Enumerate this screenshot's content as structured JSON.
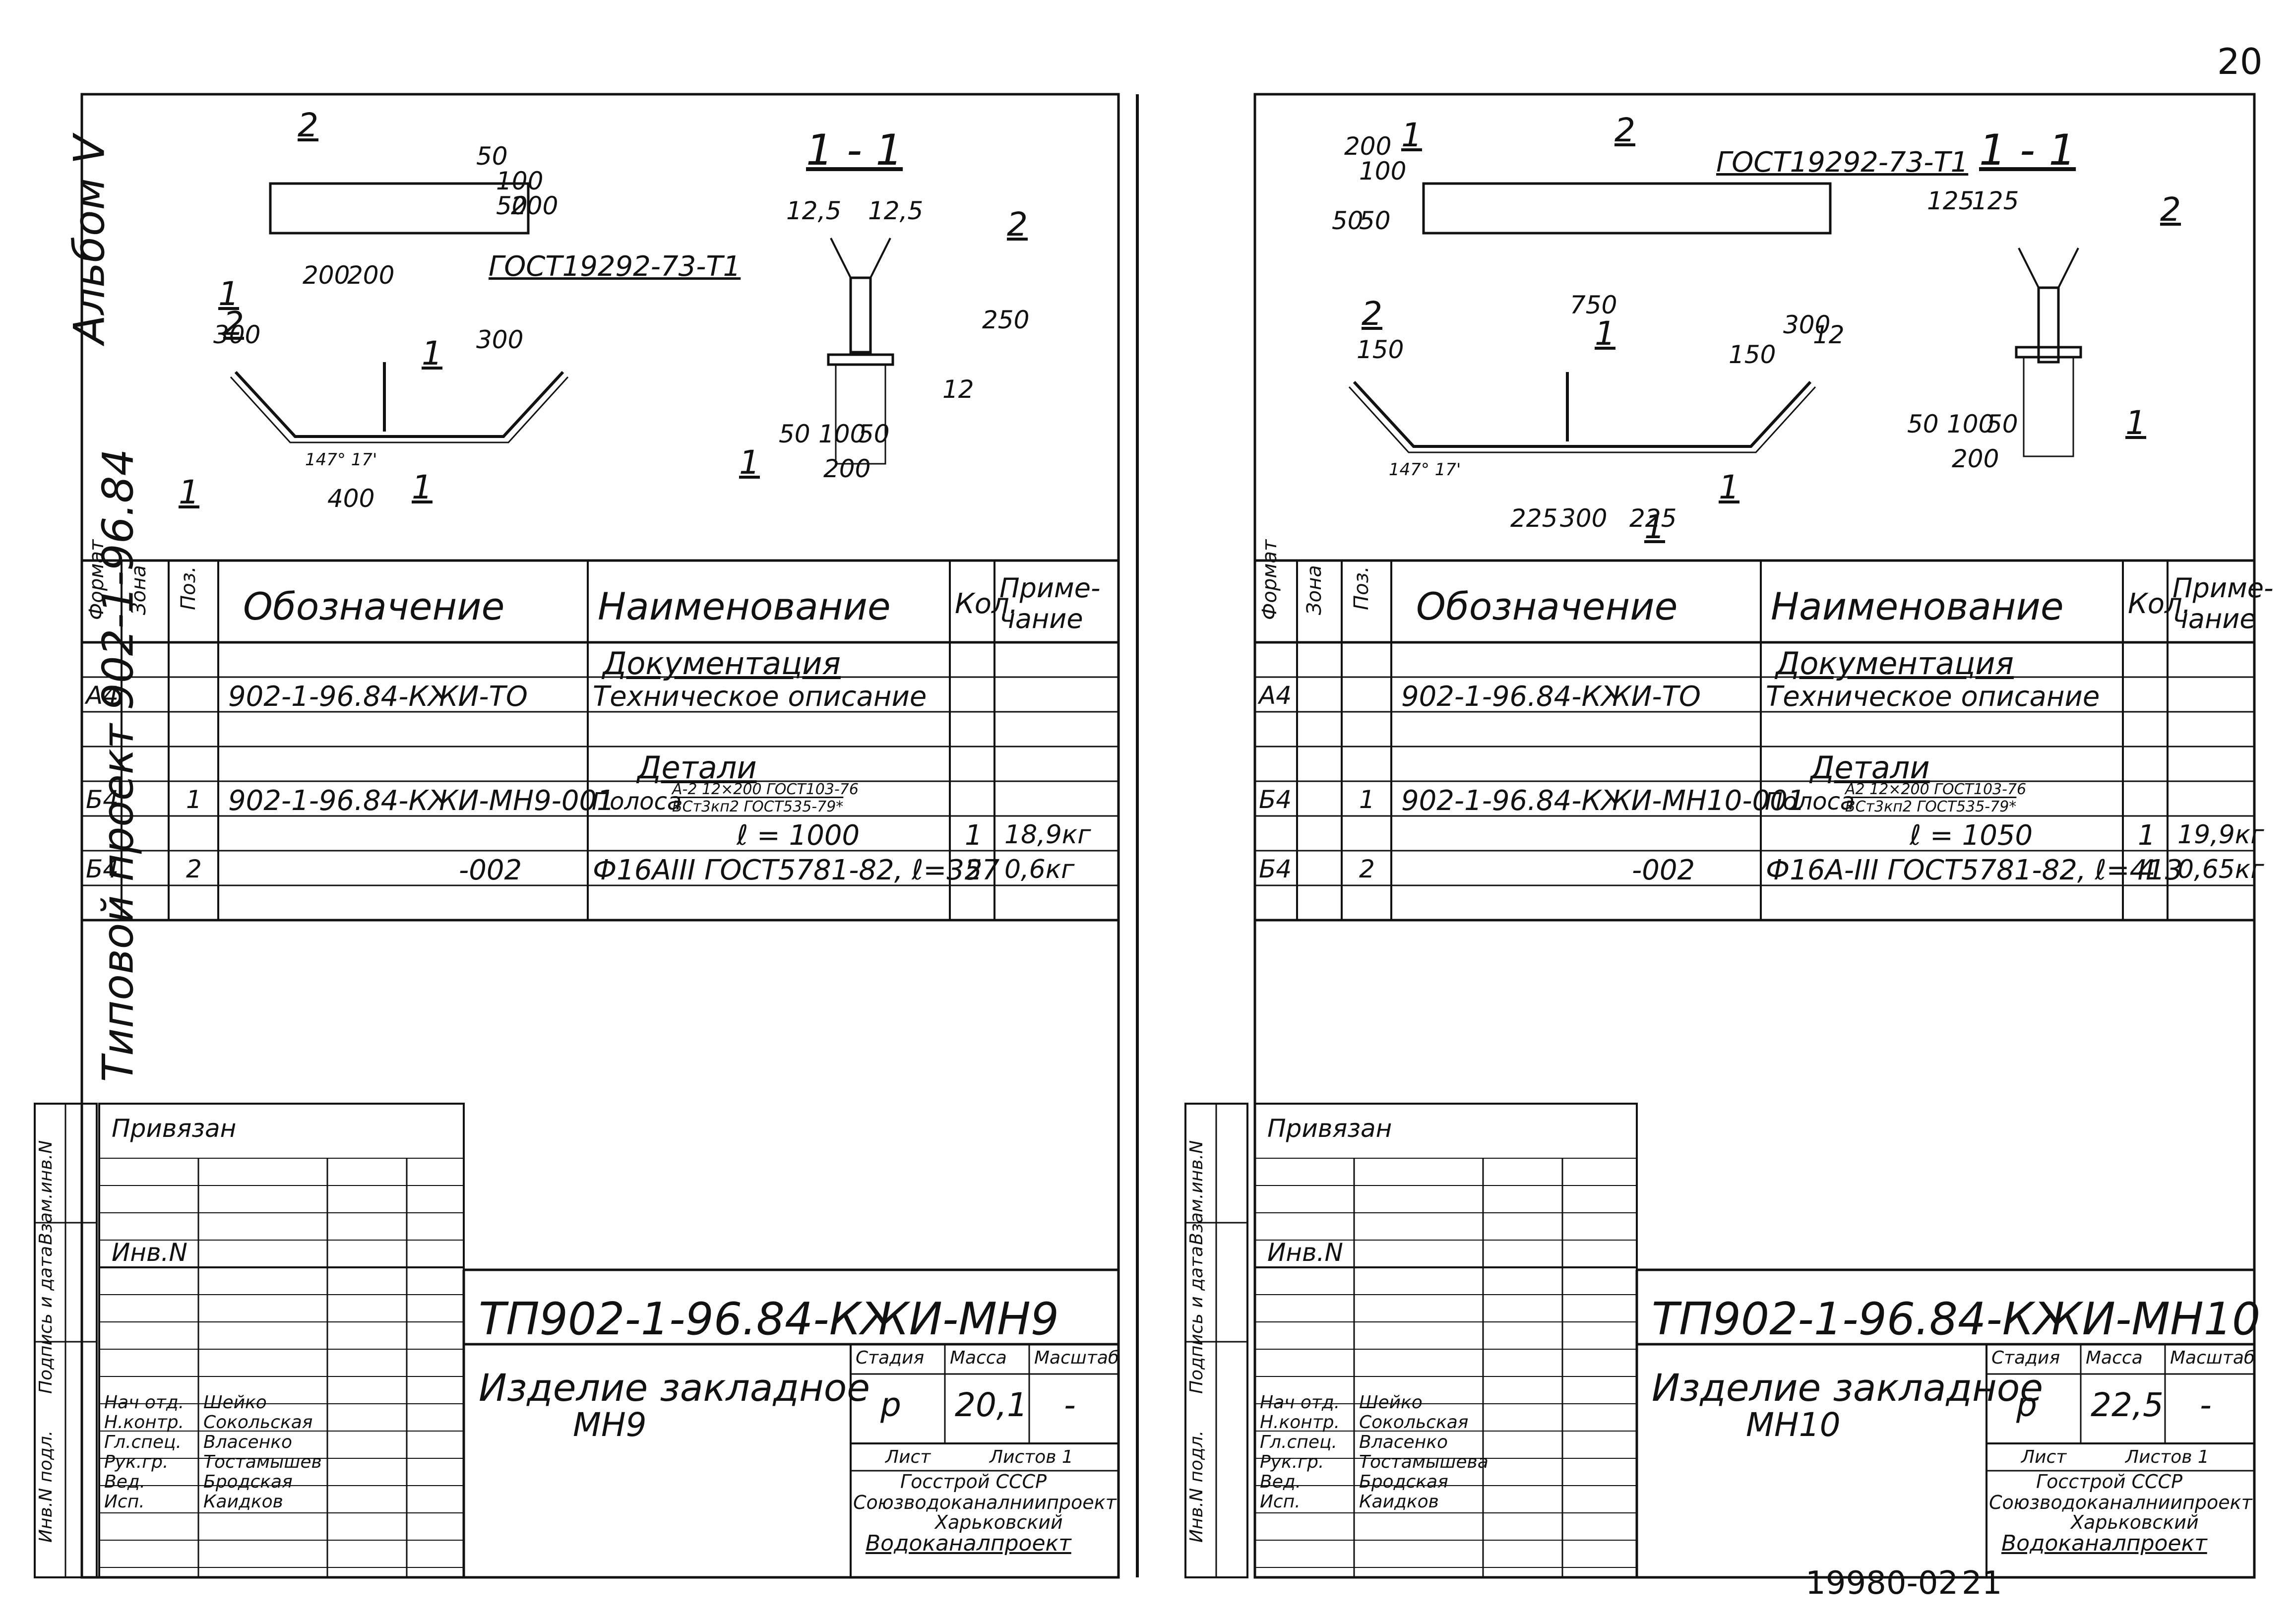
{
  "page_number": "20",
  "footer": {
    "code": "19980-02",
    "page": "21"
  },
  "side": {
    "album": "Альбом V",
    "project": "Типовой проект  902-1-96.84"
  },
  "col_headers": {
    "format": "Формат",
    "zone": "Зона",
    "pos": "Поз.",
    "designation": "Обозначение",
    "name": "Наименование",
    "qty": "Кол.",
    "note": "Приме-чание"
  },
  "stamp_side": [
    "Инв.N подл.",
    "Подпись и дата",
    "Взам.инв.N"
  ],
  "sheets": [
    {
      "code": "ТП902-1-96.84-КЖИ-МН9",
      "title": "Изделие закладное",
      "subtitle": "МН9",
      "stage": "р",
      "mass": "20,1",
      "scale": "-",
      "stage_label": "Стадия",
      "mass_label": "Масса",
      "scale_label": "Масштаб",
      "sheet_label": "Лист",
      "sheets_label": "Листов 1",
      "org1": "Госстрой СССР",
      "org2": "Союзводоканалниипроект",
      "org3": "Харьковский",
      "org4": "Водоканалпроект",
      "bound": "Привязан",
      "inv": "Инв.N",
      "people": [
        {
          "role": "Нач отд.",
          "name": "Шейко"
        },
        {
          "role": "Н.контр.",
          "name": "Сокольская"
        },
        {
          "role": "Гл.спец.",
          "name": "Власенко"
        },
        {
          "role": "Рук.гр.",
          "name": "Тостамышев"
        },
        {
          "role": "Вед.",
          "name": "Бродская"
        },
        {
          "role": "Исп.",
          "name": "Каидков"
        }
      ],
      "drawing": {
        "section": "1 - 1",
        "gost": "ГОСТ19292-73-Т1",
        "dims": [
          "200",
          "200",
          "50",
          "100",
          "50",
          "200",
          "300",
          "300",
          "400",
          "12,5",
          "12,5",
          "250",
          "12",
          "50",
          "100",
          "50",
          "200"
        ],
        "labels": [
          "1",
          "2",
          "2",
          "1",
          "1",
          "1",
          "2",
          "1"
        ],
        "angle": "147° 17'"
      },
      "rows": [
        {
          "format": "",
          "zone": "",
          "pos": "",
          "designation": "",
          "name": "Документация",
          "qty": "",
          "note": "",
          "section": true
        },
        {
          "format": "А4",
          "zone": "",
          "pos": "",
          "designation": "902-1-96.84-КЖИ-ТО",
          "name": "Техническое описание",
          "qty": "",
          "note": ""
        },
        {
          "format": "",
          "zone": "",
          "pos": "",
          "designation": "",
          "name": "",
          "qty": "",
          "note": ""
        },
        {
          "format": "",
          "zone": "",
          "pos": "",
          "designation": "",
          "name": "Детали",
          "qty": "",
          "note": "",
          "section": true
        },
        {
          "format": "Б4",
          "zone": "",
          "pos": "1",
          "designation": "902-1-96.84-КЖИ-МН9-001",
          "name": "Полоса",
          "name_sup": "А-2 12×200 ГОСТ103-76",
          "name_sub": "ВСт3кп2 ГОСТ535-79*",
          "qty": "",
          "note": ""
        },
        {
          "format": "",
          "zone": "",
          "pos": "",
          "designation": "",
          "name": "ℓ = 1000",
          "qty": "1",
          "note": "18,9кг"
        },
        {
          "format": "Б4",
          "zone": "",
          "pos": "2",
          "designation": "-002",
          "name": "Ф16АIII ГОСТ5781-82, ℓ=357",
          "qty": "2",
          "note": "0,6кг"
        },
        {
          "format": "",
          "zone": "",
          "pos": "",
          "designation": "",
          "name": "",
          "qty": "",
          "note": ""
        }
      ]
    },
    {
      "code": "ТП902-1-96.84-КЖИ-МН10",
      "title": "Изделие закладное",
      "subtitle": "МН10",
      "stage": "р",
      "mass": "22,5",
      "scale": "-",
      "stage_label": "Стадия",
      "mass_label": "Масса",
      "scale_label": "Масштаб",
      "sheet_label": "Лист",
      "sheets_label": "Листов 1",
      "org1": "Госстрой СССР",
      "org2": "Союзводоканалниипроект",
      "org3": "Харьковский",
      "org4": "Водоканалпроект",
      "bound": "Привязан",
      "inv": "Инв.N",
      "people": [
        {
          "role": "Нач отд.",
          "name": "Шейко"
        },
        {
          "role": "Н.контр.",
          "name": "Сокольская"
        },
        {
          "role": "Гл.спец.",
          "name": "Власенко"
        },
        {
          "role": "Рук.гр.",
          "name": "Тостамышева"
        },
        {
          "role": "Вед.",
          "name": "Бродская"
        },
        {
          "role": "Исп.",
          "name": "Каидков"
        }
      ],
      "drawing": {
        "section": "1 - 1",
        "gost": "ГОСТ19292-73-Т1",
        "dims": [
          "200",
          "50",
          "100",
          "50",
          "750",
          "150",
          "150",
          "225",
          "300",
          "225",
          "125",
          "125",
          "300",
          "12",
          "50",
          "100",
          "50",
          "200"
        ],
        "labels": [
          "1",
          "2",
          "2",
          "1",
          "1",
          "1",
          "2",
          "1"
        ],
        "angle": "147° 17'"
      },
      "rows": [
        {
          "format": "",
          "zone": "",
          "pos": "",
          "designation": "",
          "name": "Документация",
          "qty": "",
          "note": "",
          "section": true
        },
        {
          "format": "А4",
          "zone": "",
          "pos": "",
          "designation": "902-1-96.84-КЖИ-ТО",
          "name": "Техническое описание",
          "qty": "",
          "note": ""
        },
        {
          "format": "",
          "zone": "",
          "pos": "",
          "designation": "",
          "name": "",
          "qty": "",
          "note": ""
        },
        {
          "format": "",
          "zone": "",
          "pos": "",
          "designation": "",
          "name": "Детали",
          "qty": "",
          "note": "",
          "section": true
        },
        {
          "format": "Б4",
          "zone": "",
          "pos": "1",
          "designation": "902-1-96.84-КЖИ-МН10-001",
          "name": "Полоса",
          "name_sup": "А2 12×200 ГОСТ103-76",
          "name_sub": "ВСт3кп2 ГОСТ535-79*",
          "qty": "",
          "note": ""
        },
        {
          "format": "",
          "zone": "",
          "pos": "",
          "designation": "",
          "name": "ℓ = 1050",
          "qty": "1",
          "note": "19,9кг"
        },
        {
          "format": "Б4",
          "zone": "",
          "pos": "2",
          "designation": "-002",
          "name": "Ф16А-III ГОСТ5781-82, ℓ=413",
          "qty": "4",
          "note": "0,65кг"
        },
        {
          "format": "",
          "zone": "",
          "pos": "",
          "designation": "",
          "name": "",
          "qty": "",
          "note": ""
        }
      ]
    }
  ]
}
